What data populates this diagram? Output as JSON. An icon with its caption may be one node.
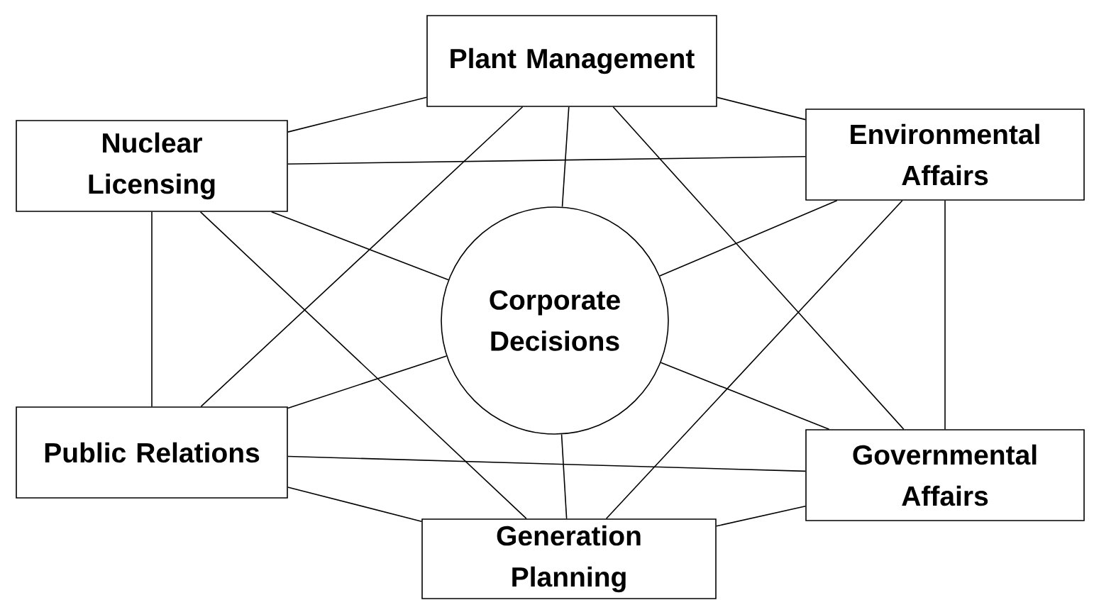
{
  "diagram": {
    "nodes": [
      {
        "text": [
          "Plant Management"
        ]
      },
      {
        "text": [
          "Nuclear Licensing"
        ]
      },
      {
        "text": [
          "Environmental Affairs"
        ]
      },
      {
        "text": [
          "Corporate Decisions"
        ]
      },
      {
        "text": [
          "Public Relations"
        ]
      },
      {
        "text": [
          "Governmental Affairs"
        ]
      },
      {
        "text": [
          "Generation Planning"
        ]
      }
    ],
    "edges": [
      {
        "from": 0,
        "to": 1,
        "arrow": "none"
      },
      {
        "from": 0,
        "to": 2,
        "arrow": "none"
      },
      {
        "from": 0,
        "to": 3,
        "arrow": "none"
      },
      {
        "from": 0,
        "to": 4,
        "arrow": "none"
      },
      {
        "from": 0,
        "to": 5,
        "arrow": "none"
      },
      {
        "from": 1,
        "to": 2,
        "arrow": "none"
      },
      {
        "from": 1,
        "to": 3,
        "arrow": "none"
      },
      {
        "from": 1,
        "to": 4,
        "arrow": "none"
      },
      {
        "from": 1,
        "to": 6,
        "arrow": "none"
      },
      {
        "from": 2,
        "to": 3,
        "arrow": "none"
      },
      {
        "from": 2,
        "to": 5,
        "arrow": "none"
      },
      {
        "from": 2,
        "to": 6,
        "arrow": "none"
      },
      {
        "from": 3,
        "to": 4,
        "arrow": "none"
      },
      {
        "from": 3,
        "to": 5,
        "arrow": "none"
      },
      {
        "from": 3,
        "to": 6,
        "arrow": "none"
      },
      {
        "from": 4,
        "to": 5,
        "arrow": "none"
      },
      {
        "from": 4,
        "to": 6,
        "arrow": "none"
      },
      {
        "from": 5,
        "to": 6,
        "arrow": "none"
      }
    ]
  }
}
